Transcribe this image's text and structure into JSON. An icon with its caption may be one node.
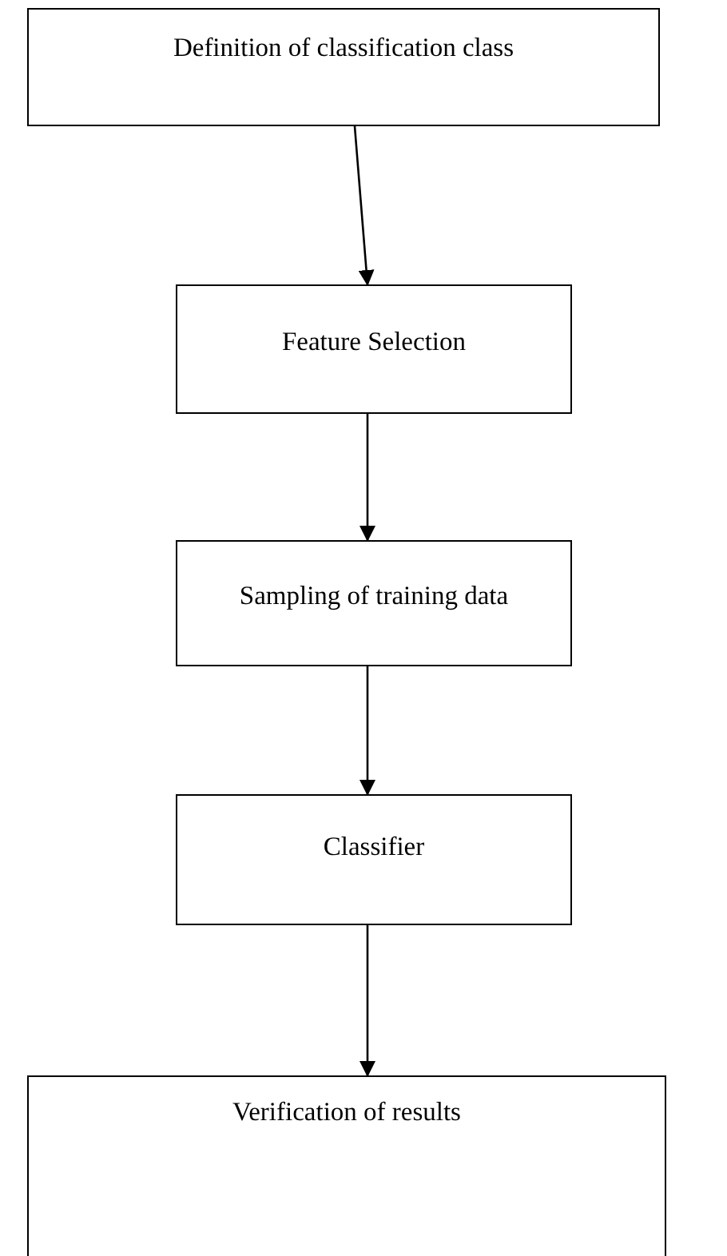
{
  "diagram": {
    "nodes": [
      {
        "text": [
          "Definition of classification class"
        ]
      },
      {
        "text": [
          "Feature Selection"
        ]
      },
      {
        "text": [
          "Sampling of training data"
        ]
      },
      {
        "text": [
          "Classifier"
        ]
      },
      {
        "text": [
          "Verification of results"
        ]
      }
    ],
    "edges": [
      {
        "from": 0,
        "to": 1,
        "arrow": "to"
      },
      {
        "from": 1,
        "to": 2,
        "arrow": "to"
      },
      {
        "from": 2,
        "to": 3,
        "arrow": "to"
      },
      {
        "from": 3,
        "to": 4,
        "arrow": "to"
      }
    ]
  }
}
